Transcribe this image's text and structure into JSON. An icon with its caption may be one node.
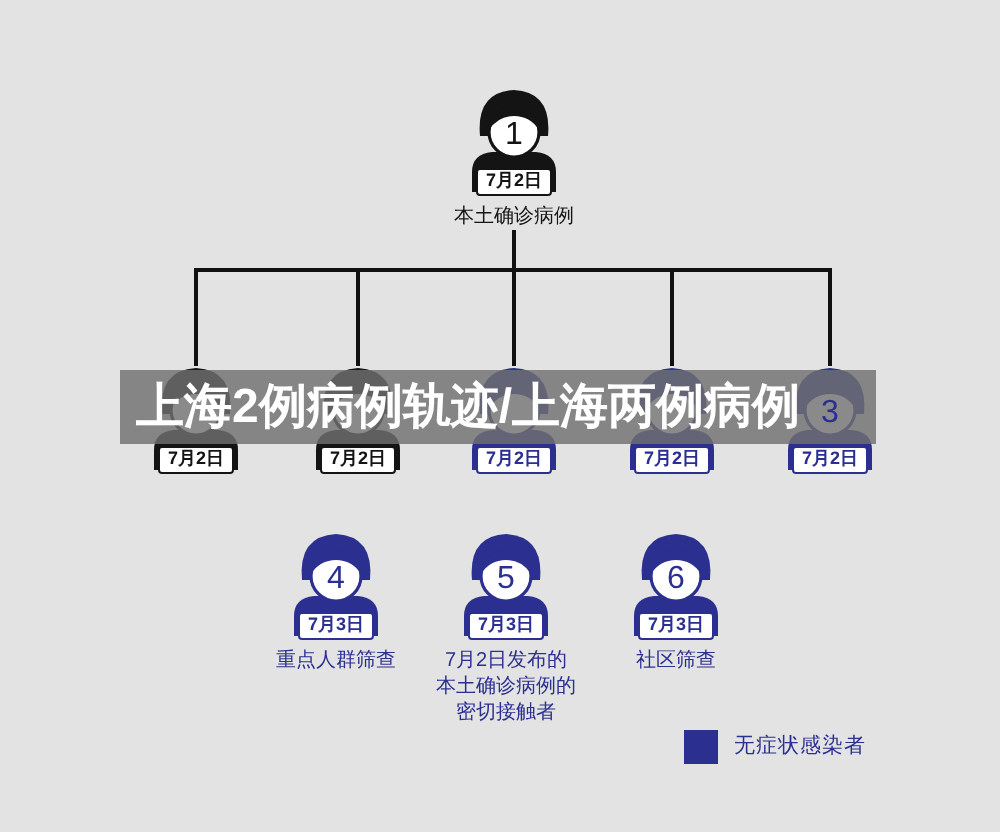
{
  "diagram": {
    "title": "上海2例病例轨迹/上海两例病例",
    "nodes": [
      {
        "text": [
          "1",
          "7月2日",
          "本土确诊病例"
        ]
      },
      {
        "text": [
          "7月2日"
        ]
      },
      {
        "text": [
          "7月2日"
        ]
      },
      {
        "text": [
          "7月2日"
        ]
      },
      {
        "text": [
          "7月2日"
        ]
      },
      {
        "text": [
          "3",
          "7月2日"
        ]
      },
      {
        "text": [
          "4",
          "7月3日",
          "重点人群筛查"
        ]
      },
      {
        "text": [
          "5",
          "7月3日",
          "7月2日发布的本土确诊病例的密切接触者"
        ]
      },
      {
        "text": [
          "6",
          "7月3日",
          "社区筛查"
        ]
      }
    ],
    "edges": [
      {
        "from": 0,
        "to": 1,
        "arrow": "none"
      },
      {
        "from": 0,
        "to": 2,
        "arrow": "none"
      },
      {
        "from": 0,
        "to": 3,
        "arrow": "none"
      },
      {
        "from": 0,
        "to": 4,
        "arrow": "none"
      },
      {
        "from": 0,
        "to": 5,
        "arrow": "none"
      }
    ],
    "legend": [
      {
        "text": "无症状感染者",
        "color": "#2b2f90"
      }
    ]
  }
}
